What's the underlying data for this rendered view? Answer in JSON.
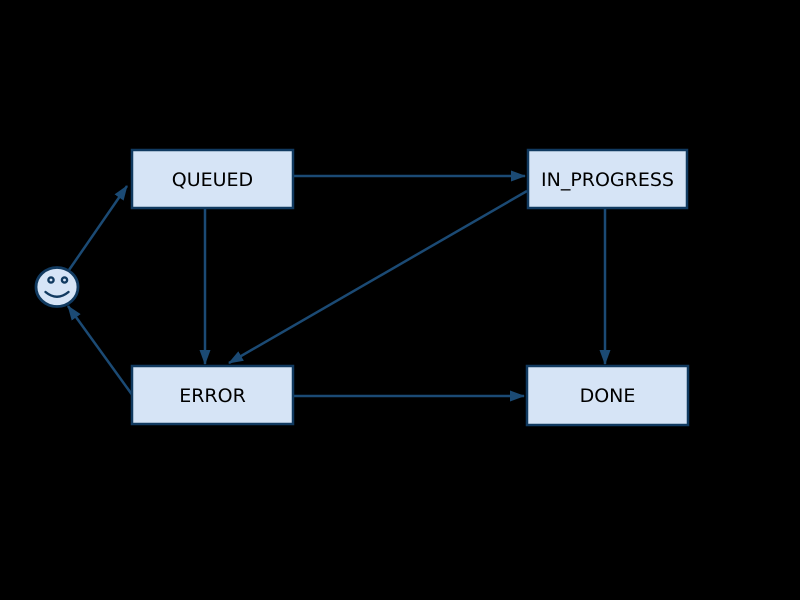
{
  "diagram": {
    "type": "state-machine",
    "colors": {
      "background": "#000000",
      "node_fill": "#d6e4f6",
      "node_border": "#113a60",
      "edge_color": "#1b4a74",
      "node_text": "#000000"
    },
    "nodes": [
      {
        "id": "queued",
        "label": "QUEUED"
      },
      {
        "id": "in_progress",
        "label": "IN_PROGRESS"
      },
      {
        "id": "error",
        "label": "ERROR"
      },
      {
        "id": "done",
        "label": "DONE"
      },
      {
        "id": "start",
        "label": "",
        "icon": "smiley-face-icon"
      }
    ],
    "edges": [
      {
        "from": "start",
        "to": "queued"
      },
      {
        "from": "queued",
        "to": "in_progress"
      },
      {
        "from": "queued",
        "to": "error"
      },
      {
        "from": "in_progress",
        "to": "done"
      },
      {
        "from": "in_progress",
        "to": "error"
      },
      {
        "from": "error",
        "to": "done"
      },
      {
        "from": "error",
        "to": "start"
      }
    ]
  }
}
